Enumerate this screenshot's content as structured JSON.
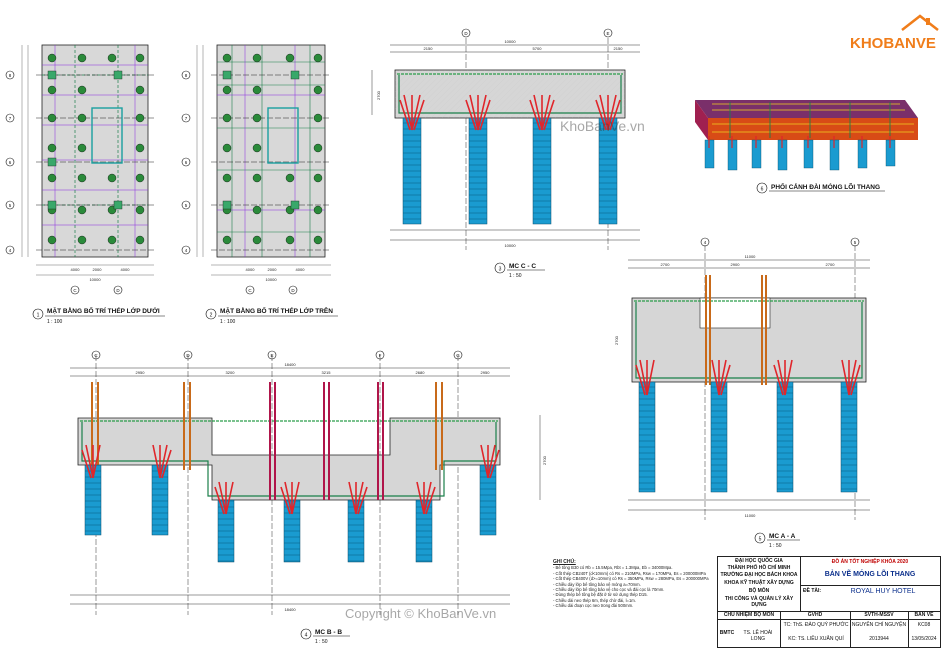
{
  "logo": {
    "text": "KHOBANVE",
    "color": "#f07d1a"
  },
  "watermarks": {
    "top": "KhoBanVe.vn",
    "bottom": "Copyright © KhoBanVe.vn"
  },
  "views": {
    "plan_bottom": {
      "number": "1",
      "title": "MẶT BẰNG BỐ TRÍ THÉP LỚP DƯỚI",
      "scale": "1 : 100"
    },
    "plan_top": {
      "number": "2",
      "title": "MẶT BẰNG BỐ TRÍ THÉP LỚP TRÊN",
      "scale": "1 : 100"
    },
    "section_cc": {
      "number": "3",
      "title": "MC C - C",
      "scale": "1 : 50"
    },
    "section_aa": {
      "number": "5",
      "title": "MC A - A",
      "scale": "1 : 50"
    },
    "section_bb": {
      "number": "4",
      "title": "MC B - B",
      "scale": "1 : 50"
    },
    "perspective": {
      "number": "6",
      "title": "PHỐI CẢNH ĐÀI MÓNG LÕI THANG"
    }
  },
  "grid_labels": {
    "plan_rows": [
      "8",
      "7",
      "6",
      "5",
      "4"
    ],
    "plan_cols": [
      "C",
      "D"
    ],
    "cc_cols": [
      "D",
      "E"
    ],
    "aa_cols": [
      "4",
      "5"
    ],
    "bb_cols": [
      "C",
      "D",
      "E",
      "F",
      "G"
    ]
  },
  "dimensions": {
    "plan_total": "10000",
    "plan_parts": [
      "4000",
      "2000",
      "4000"
    ],
    "cc_total": "10000",
    "cc_parts": [
      "2150",
      "5700",
      "2150"
    ],
    "aa_total": "11000",
    "aa_parts": [
      "2700",
      "2900",
      "2700"
    ],
    "bb_total": "18400",
    "bb_parts": [
      "2950",
      "3200",
      "3215",
      "2680",
      "2950"
    ],
    "cc_height": "2700",
    "aa_height": "2700",
    "bb_height": "2700"
  },
  "notes": {
    "heading": "GHI CHÚ:",
    "lines": [
      "- Bê tông B30 có Rb = 15.5Mpa, Rbt = 1.3Mpa, Eb = 34000Mpa.",
      "- Cốt thép CB240T (d<10mm) có Rs = 210MPa, Rsw = 170MPa, Es = 200000MPa",
      "- Cốt thép CB400V (d>=10mm) có Rs = 350MPa, Rsw = 280MPa, Es = 200000MPa",
      "- Chiều dày lớp bê tông bảo vệ móng a=70mm.",
      "- Chiều dày lớp bê tông bảo vệ cho cọc và đài cọc là 70mm.",
      "- Dùng thép bê tông bệ đặt ở từ sử dụng thép D15.",
      "- Chiều dài neo thép 6m, thép chờ đài, l=1m.",
      "- Chiều dài đoạn cọc neo trong đài 500mm."
    ]
  },
  "title_block": {
    "university": [
      "ĐẠI HỌC QUỐC GIA",
      "THÀNH PHỐ HỒ CHÍ MINH",
      "TRƯỜNG ĐẠI HỌC BÁCH KHOA",
      "KHOA KỸ THUẬT XÂY DỰNG",
      "BỘ MÔN",
      "THI CÔNG VÀ QUẢN LÝ XÂY DỰNG"
    ],
    "project_head": "ĐỒ ÁN TỐT NGHIỆP KHÓA 2020",
    "drawing_title": "BẢN VẼ MÓNG LÕI THANG",
    "topic_label": "ĐỀ TÀI:",
    "topic": "ROYAL HUY HOTEL",
    "col_headers": [
      "CHỦ NHIỆM BỘ MÔN",
      "GVHD",
      "SVTH-MSSV",
      "BẢN VẼ"
    ],
    "gvhd": "TC: ThS. ĐÀO QUÝ PHƯỚC",
    "kc": "KC: TS. LIÊU XUÂN QUÍ",
    "student": "NGUYỄN CHÍ NGUYỆN",
    "student_id": "2013944",
    "sheet": "KC08",
    "date": "13/05/2024",
    "head_label": "BMTC",
    "head_name": "TS. LÊ HOÀI LONG"
  }
}
